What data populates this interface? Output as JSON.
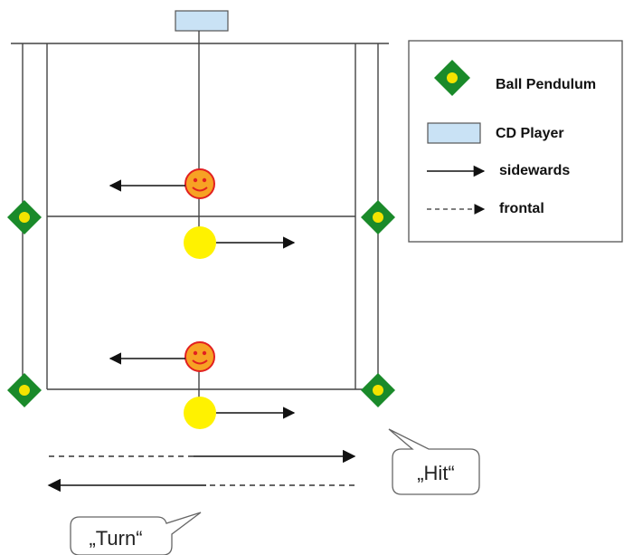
{
  "legend": {
    "items": [
      {
        "icon": "ball-pendulum-icon",
        "label": "Ball Pendulum"
      },
      {
        "icon": "cd-player-icon",
        "label": "CD Player"
      },
      {
        "icon": "solid-arrow-icon",
        "label": "sidewards"
      },
      {
        "icon": "dashed-arrow-icon",
        "label": "frontal"
      }
    ]
  },
  "bubbles": {
    "hit": "„Hit“",
    "turn": "„Turn“"
  },
  "colors": {
    "line": "#444444",
    "pendulum_green": "#1a8a2a",
    "pendulum_dot": "#f4e300",
    "cd_player": "#c9e2f5",
    "ball_yellow": "#fff200",
    "face_orange": "#f7a224",
    "face_stroke": "#e22020"
  }
}
